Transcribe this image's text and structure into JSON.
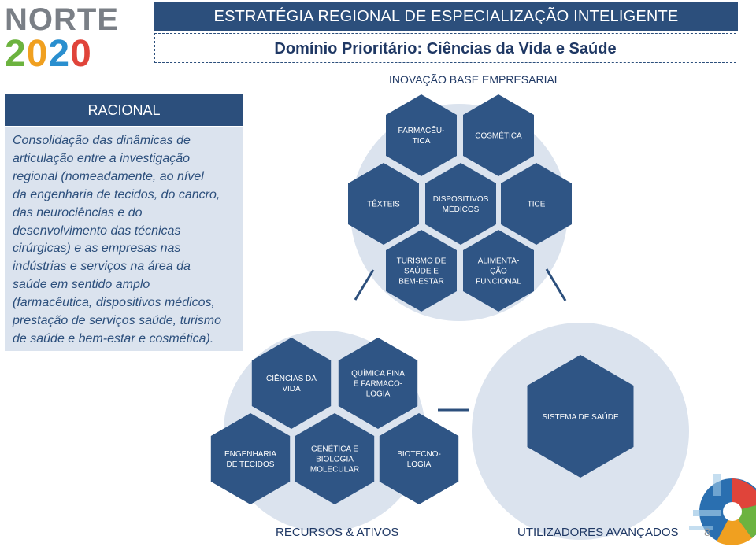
{
  "logo": {
    "line1": "NORTE",
    "line2": "2020"
  },
  "header": {
    "title": "ESTRATÉGIA REGIONAL DE ESPECIALIZAÇÃO INTELIGENTE",
    "subtitle": "Domínio Prioritário: Ciências da Vida e Saúde"
  },
  "racional": {
    "heading": "RACIONAL",
    "lines": [
      "Consolidação das dinâmicas de",
      "articulação entre a investigação",
      "regional (nomeadamente, ao nível",
      "da engenharia de tecidos, do cancro,",
      "das neurociências e do",
      "desenvolvimento das técnicas",
      "cirúrgicas) e as empresas nas",
      "indústrias e serviços na área da",
      "saúde em sentido amplo",
      "(farmacêutica, dispositivos médicos,",
      "prestação de serviços saúde, turismo",
      "de saúde e bem-estar e cosmética)."
    ]
  },
  "diagram": {
    "labels": {
      "inovacao": "INOVAÇÃO BASE EMPRESARIAL",
      "recursos": "RECURSOS & ATIVOS",
      "utilizadores": "UTILIZADORES AVANÇADOS"
    },
    "hexagons": [
      {
        "id": "farmaceutica",
        "lines": [
          "FARMACÊU-",
          "TICA"
        ]
      },
      {
        "id": "cosmetica",
        "lines": [
          "COSMÉTICA"
        ]
      },
      {
        "id": "texteis",
        "lines": [
          "TÊXTEIS"
        ]
      },
      {
        "id": "dispositivos",
        "lines": [
          "DISPOSITIVOS",
          "MÉDICOS"
        ]
      },
      {
        "id": "tice",
        "lines": [
          "TICE"
        ]
      },
      {
        "id": "turismo",
        "lines": [
          "TURISMO DE",
          "SAÚDE E",
          "BEM-ESTAR"
        ]
      },
      {
        "id": "alimentacao",
        "lines": [
          "ALIMENTA-",
          "ÇÃO",
          "FUNCIONAL"
        ]
      },
      {
        "id": "ciencias",
        "lines": [
          "CIÊNCIAS DA",
          "VIDA"
        ]
      },
      {
        "id": "quimica",
        "lines": [
          "QUÍMICA FINA",
          "E FARMACO-",
          "LOGIA"
        ]
      },
      {
        "id": "engenharia",
        "lines": [
          "ENGENHARIA",
          "DE TECIDOS"
        ]
      },
      {
        "id": "genetica",
        "lines": [
          "GENÉTICA E",
          "BIOLOGIA",
          "MOLECULAR"
        ]
      },
      {
        "id": "biotecnologia",
        "lines": [
          "BIOTECNO-",
          "LOGIA"
        ]
      },
      {
        "id": "sistema",
        "lines": [
          "SISTEMA DE SAÚDE"
        ]
      }
    ]
  },
  "page_number": "8",
  "colors": {
    "dark_blue": "#2c4f7c",
    "hexagon": "#2f5585",
    "circle": "#dbe3ee",
    "panel": "#dbe3ee"
  }
}
